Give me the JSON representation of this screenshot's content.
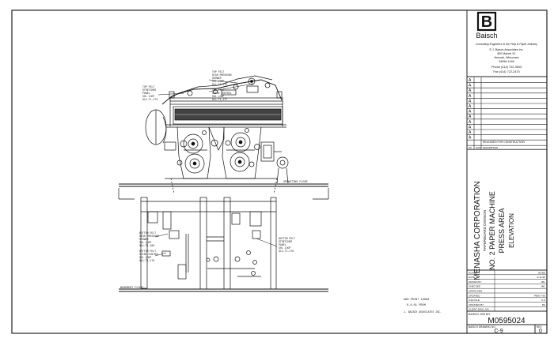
{
  "firm": {
    "logo_letter": "B",
    "name": "Baisch",
    "tagline": "Consulting Engineers to the Pulp & Paper Industry",
    "address": [
      "E.J. Baisch Associates Inc.",
      "800 Market St.",
      "Neenah, Wisconsin",
      "54956-1446"
    ],
    "phone": "Phone (414) 722-3593",
    "fax": "Fax (414) 722-2470"
  },
  "revisions": {
    "row_marks": [
      "A",
      "A",
      "A",
      "A",
      "A",
      "A",
      "A",
      "A",
      "A",
      "A",
      "A",
      "A"
    ],
    "released_for_construction": "RELEASED FOR CONSTRUCTION",
    "col_no": "NO.",
    "col_date": "DATE",
    "col_description": "DESCRIPTION"
  },
  "title": {
    "company": "MENASHA CORPORATION",
    "division": "PAPERBOARD DIVISION",
    "machine": "NO. 2 PAPER MACHINE",
    "area": "PRESS AREA",
    "view": "ELEVATION"
  },
  "info": {
    "fields": [
      {
        "label": "SCALE",
        "value": "NONE"
      },
      {
        "label": "DATE",
        "value": "6-11-96"
      },
      {
        "label": "DRAWN BY",
        "value": "JML"
      },
      {
        "label": "CHECKED",
        "value": "JML"
      },
      {
        "label": "APPROVED",
        "value": ""
      },
      {
        "label": "UPDATED",
        "value": "PB/6-7-99"
      },
      {
        "label": "CAD FILE",
        "value": "C-9"
      },
      {
        "label": "UPDATED BY",
        "value": "RS"
      },
      {
        "label": "CLIENT DWG. NO.",
        "value": ""
      }
    ],
    "job_label": "BAISCH JOB NO.",
    "job_no": "M0595024",
    "dwg_label": "BAISCH DRAWING NO.",
    "dwg_no": "C-9",
    "rev_label": "REV",
    "rev_no": "0"
  },
  "callouts": {
    "top_felt_stretcher": [
      "TOP FELT",
      "STRETCHER",
      "PANEL",
      "SHL LOOP",
      "811-T1-173"
    ],
    "top_felt_hp_shower": [
      "TOP FELT",
      "HIGH PRESSURE",
      "SHOWER",
      "SHL LOOP",
      "811-T1-175"
    ],
    "top_felt_guide": [
      "TOP FELT",
      "GUIDE CONTROL",
      "SHL LOOP",
      "811-T1-177"
    ],
    "operating_floor": "OPERATING FLOOR",
    "bottom_felt_hp_shower": [
      "BOTTOM FELT",
      "HIGH PRESSURE",
      "SHOWER",
      "SHL LOOP",
      "811-T1-180"
    ],
    "bottom_felt_guide": [
      "BOTTOM FELT",
      "GUIDE CONTROL",
      "SHL LOOP",
      "811-T1-179"
    ],
    "bottom_felt_stretcher": [
      "BOTTOM FELT",
      "STRETCHER",
      "PANEL",
      "SHL LOOP",
      "811-T1-178"
    ],
    "basement_floor": "BASEMENT FLOOR"
  },
  "notes": {
    "line1": "DWG PRINT 10898",
    "line2": "6-8-01 FROM",
    "line3": "J. BAISCH ASSOCIATES INC."
  }
}
